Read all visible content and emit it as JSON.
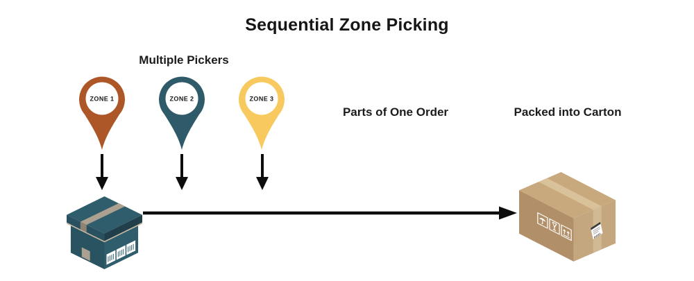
{
  "title": "Sequential Zone Picking",
  "labels": {
    "multiple_pickers": "Multiple Pickers",
    "parts_of_one_order": "Parts of One Order",
    "packed_into_carton": "Packed into Carton"
  },
  "zones": [
    {
      "label": "ZONE 1",
      "color": "#AD5627"
    },
    {
      "label": "ZONE 2",
      "color": "#2F5A69"
    },
    {
      "label": "ZONE 3",
      "color": "#F7C95F"
    }
  ],
  "palette": {
    "background": "#FFFFFF",
    "text": "#1A1A1A",
    "arrow": "#0D0D0D",
    "pin_inner": "#FFFFFF"
  },
  "tote": {
    "top": "#2F5D6C",
    "rim_left": "#29505E",
    "rim_right": "#213F4B",
    "base_left": "#2A5361",
    "base_right": "#2F5D6C",
    "tape": "#ACA091",
    "tape_dark": "#8E8273",
    "edge_light": "#C8B9A4",
    "label_bg": "#FFFFFF",
    "label_mark": "#2F5D6C"
  },
  "carton": {
    "top": "#C8A97E",
    "front": "#B18F68",
    "right": "#C5A77F",
    "tape_top": "#D9C29A",
    "tape_side": "#D1BA93",
    "icon_stroke": "#FFFFFF",
    "label_bg": "#FFFFFF",
    "label_ink": "#8A8A8A",
    "label_ink_dark": "#3A3A3A"
  },
  "icons": {
    "carton_front": [
      "keep-dry-umbrella-icon",
      "fragile-glass-icon",
      "this-side-up-arrows-icon"
    ],
    "carton_side": "shipping-label",
    "flow": "flow-arrow-icon",
    "pins": "map-pin-icon"
  }
}
